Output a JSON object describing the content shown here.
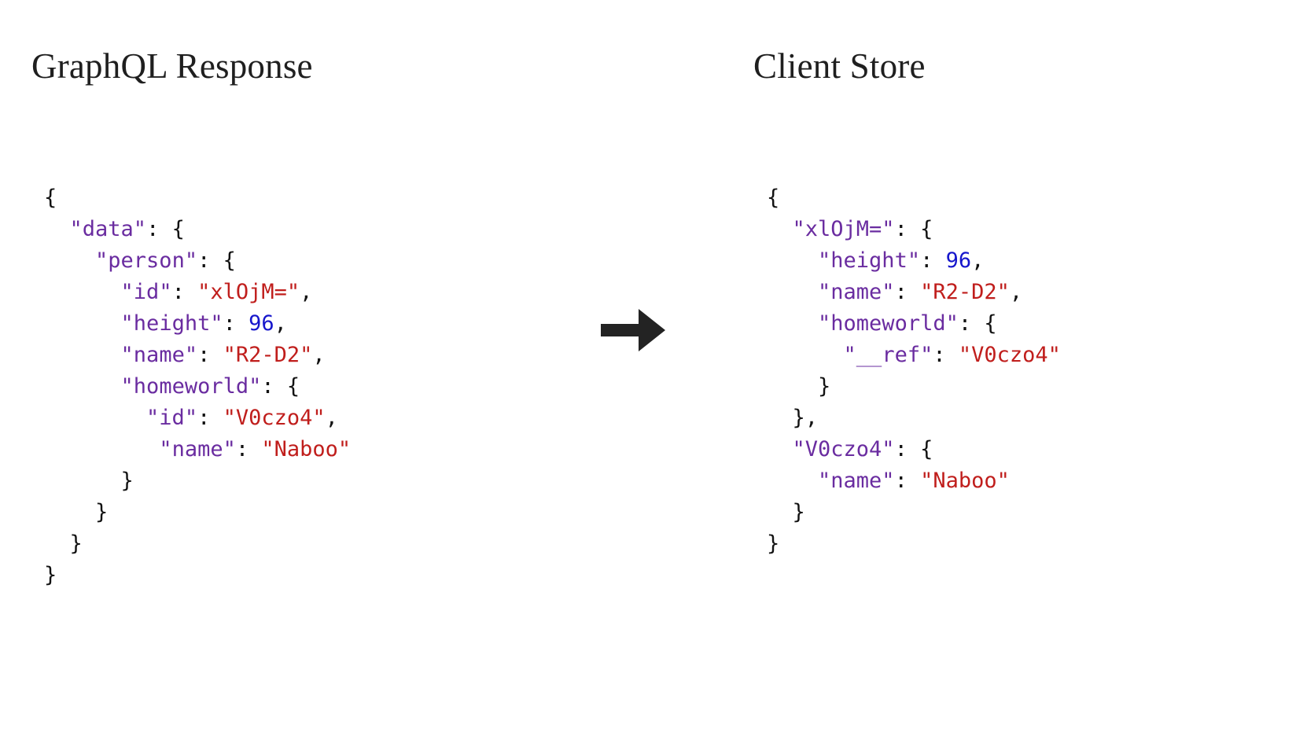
{
  "page": {
    "background_color": "#ffffff",
    "colors": {
      "key": "#6a2ca0",
      "string": "#c01e1c",
      "number": "#1616cc",
      "punctuation": "#121212",
      "title": "#1f1f1f",
      "arrow": "#232323"
    }
  },
  "panels": {
    "left": {
      "title": "GraphQL Response",
      "code_lines": [
        [
          {
            "t": "punct",
            "v": "{"
          }
        ],
        [
          {
            "t": "punct",
            "v": "  "
          },
          {
            "t": "key",
            "v": "\"data\""
          },
          {
            "t": "punct",
            "v": ": {"
          }
        ],
        [
          {
            "t": "punct",
            "v": "    "
          },
          {
            "t": "key",
            "v": "\"person\""
          },
          {
            "t": "punct",
            "v": ": {"
          }
        ],
        [
          {
            "t": "punct",
            "v": "      "
          },
          {
            "t": "key",
            "v": "\"id\""
          },
          {
            "t": "punct",
            "v": ": "
          },
          {
            "t": "str",
            "v": "\"xlOjM=\""
          },
          {
            "t": "punct",
            "v": ","
          }
        ],
        [
          {
            "t": "punct",
            "v": "      "
          },
          {
            "t": "key",
            "v": "\"height\""
          },
          {
            "t": "punct",
            "v": ": "
          },
          {
            "t": "num",
            "v": "96"
          },
          {
            "t": "punct",
            "v": ","
          }
        ],
        [
          {
            "t": "punct",
            "v": "      "
          },
          {
            "t": "key",
            "v": "\"name\""
          },
          {
            "t": "punct",
            "v": ": "
          },
          {
            "t": "str",
            "v": "\"R2-D2\""
          },
          {
            "t": "punct",
            "v": ","
          }
        ],
        [
          {
            "t": "punct",
            "v": "      "
          },
          {
            "t": "key",
            "v": "\"homeworld\""
          },
          {
            "t": "punct",
            "v": ": {"
          }
        ],
        [
          {
            "t": "punct",
            "v": "        "
          },
          {
            "t": "key",
            "v": "\"id\""
          },
          {
            "t": "punct",
            "v": ": "
          },
          {
            "t": "str",
            "v": "\"V0czo4\""
          },
          {
            "t": "punct",
            "v": ","
          }
        ],
        [
          {
            "t": "punct",
            "v": "         "
          },
          {
            "t": "key",
            "v": "\"name\""
          },
          {
            "t": "punct",
            "v": ": "
          },
          {
            "t": "str",
            "v": "\"Naboo\""
          }
        ],
        [
          {
            "t": "punct",
            "v": "      }"
          }
        ],
        [
          {
            "t": "punct",
            "v": "    }"
          }
        ],
        [
          {
            "t": "punct",
            "v": "  }"
          }
        ],
        [
          {
            "t": "punct",
            "v": "}"
          }
        ]
      ],
      "plain_text": "{\n  \"data\": {\n    \"person\": {\n      \"id\": \"xlOjM=\",\n      \"height\": 96,\n      \"name\": \"R2-D2\",\n      \"homeworld\": {\n        \"id\": \"V0czo4\",\n        \"name\": \"Naboo\"\n      }\n    }\n  }\n}"
    },
    "right": {
      "title": "Client Store",
      "code_lines": [
        [
          {
            "t": "punct",
            "v": "{"
          }
        ],
        [
          {
            "t": "punct",
            "v": "  "
          },
          {
            "t": "key",
            "v": "\"xlOjM=\""
          },
          {
            "t": "punct",
            "v": ": {"
          }
        ],
        [
          {
            "t": "punct",
            "v": "    "
          },
          {
            "t": "key",
            "v": "\"height\""
          },
          {
            "t": "punct",
            "v": ": "
          },
          {
            "t": "num",
            "v": "96"
          },
          {
            "t": "punct",
            "v": ","
          }
        ],
        [
          {
            "t": "punct",
            "v": "    "
          },
          {
            "t": "key",
            "v": "\"name\""
          },
          {
            "t": "punct",
            "v": ": "
          },
          {
            "t": "str",
            "v": "\"R2-D2\""
          },
          {
            "t": "punct",
            "v": ","
          }
        ],
        [
          {
            "t": "punct",
            "v": "    "
          },
          {
            "t": "key",
            "v": "\"homeworld\""
          },
          {
            "t": "punct",
            "v": ": {"
          }
        ],
        [
          {
            "t": "punct",
            "v": "      "
          },
          {
            "t": "key",
            "v": "\"__ref\""
          },
          {
            "t": "punct",
            "v": ": "
          },
          {
            "t": "str",
            "v": "\"V0czo4\""
          }
        ],
        [
          {
            "t": "punct",
            "v": "    }"
          }
        ],
        [
          {
            "t": "punct",
            "v": "  },"
          }
        ],
        [
          {
            "t": "punct",
            "v": "  "
          },
          {
            "t": "key",
            "v": "\"V0czo4\""
          },
          {
            "t": "punct",
            "v": ": {"
          }
        ],
        [
          {
            "t": "punct",
            "v": "    "
          },
          {
            "t": "key",
            "v": "\"name\""
          },
          {
            "t": "punct",
            "v": ": "
          },
          {
            "t": "str",
            "v": "\"Naboo\""
          }
        ],
        [
          {
            "t": "punct",
            "v": "  }"
          }
        ],
        [
          {
            "t": "punct",
            "v": "}"
          }
        ]
      ],
      "plain_text": "{\n  \"xlOjM=\": {\n    \"height\": 96,\n    \"name\": \"R2-D2\",\n    \"homeworld\": {\n      \"__ref\": \"V0czo4\"\n    }\n  },\n  \"V0czo4\": {\n    \"name\": \"Naboo\"\n  }\n}"
    }
  },
  "arrow": {
    "icon": "arrow-right-icon",
    "direction": "right",
    "color": "#232323"
  }
}
